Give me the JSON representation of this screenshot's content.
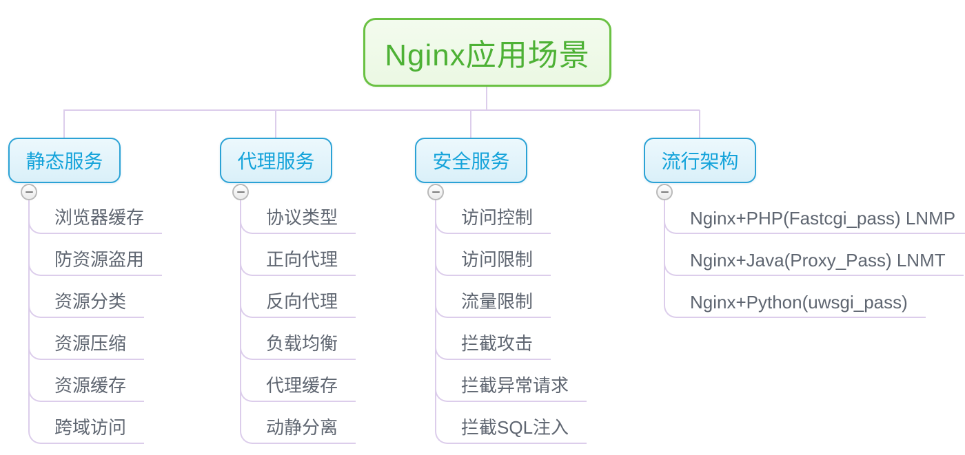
{
  "root": {
    "label": "Nginx应用场景"
  },
  "branches": [
    {
      "label": "静态服务",
      "children": [
        "浏览器缓存",
        "防资源盗用",
        "资源分类",
        "资源压缩",
        "资源缓存",
        "跨域访问"
      ]
    },
    {
      "label": "代理服务",
      "children": [
        "协议类型",
        "正向代理",
        "反向代理",
        "负载均衡",
        "代理缓存",
        "动静分离"
      ]
    },
    {
      "label": "安全服务",
      "children": [
        "访问控制",
        "访问限制",
        "流量限制",
        "拦截攻击",
        "拦截异常请求",
        "拦截SQL注入"
      ]
    },
    {
      "label": "流行架构",
      "children": [
        "Nginx+PHP(Fastcgi_pass) LNMP",
        "Nginx+Java(Proxy_Pass) LNMT",
        "Nginx+Python(uwsgi_pass)"
      ]
    }
  ],
  "icons": {
    "collapse": "minus-icon"
  },
  "colors": {
    "root_border": "#6ac143",
    "root_background": "#f0fae9",
    "root_text": "#4db135",
    "branch_border": "#2ba2d5",
    "branch_background": "#e3f4fb",
    "branch_text": "#14a3da",
    "connector_line": "#dccdeb",
    "child_text": "#5f6671",
    "collapse_border": "#b9b9b9",
    "collapse_glyph": "#7d7d7d"
  }
}
